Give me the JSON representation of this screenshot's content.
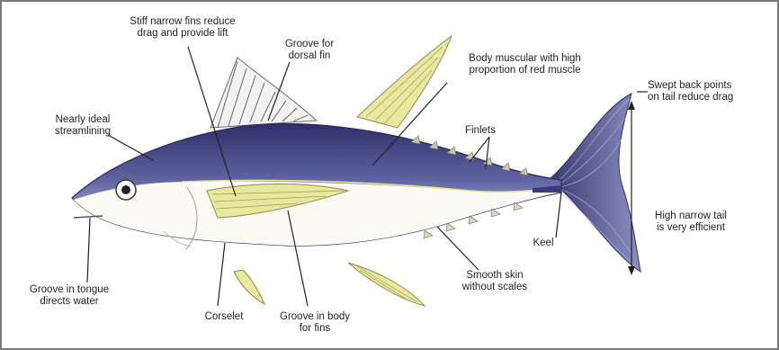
{
  "labels": {
    "stiff_fins": [
      "Stiff narrow fins reduce",
      "drag and provide lift"
    ],
    "groove_dorsal": [
      "Groove for",
      "dorsal fin"
    ],
    "body_muscular": [
      "Body muscular with high",
      "proportion of red muscle"
    ],
    "swept_tail": [
      "Swept back points",
      "on tail reduce drag"
    ],
    "streamlining": [
      "Nearly ideal",
      "streamlining"
    ],
    "finlets": [
      "Finlets"
    ],
    "high_tail": [
      "High narrow tail",
      "is very efficient"
    ],
    "keel": [
      "Keel"
    ],
    "tongue": [
      "Groove in tongue",
      "directs water"
    ],
    "corselet": [
      "Corselet"
    ],
    "groove_body": [
      "Groove in body",
      "for fins"
    ],
    "smooth_skin": [
      "Smooth skin",
      "without scales"
    ]
  },
  "colors": {
    "body_dark": "#3c3f7a",
    "body_mid": "#6a6fa8",
    "belly": "#fbfbf3",
    "fin_yellow": "#e8e79a",
    "fin_stroke": "#8a8a50",
    "tail": "#5a5f90"
  }
}
